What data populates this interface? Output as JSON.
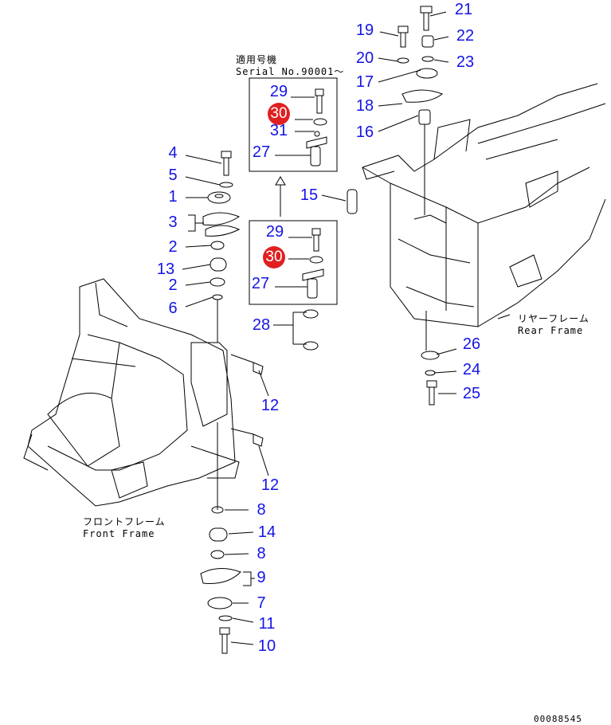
{
  "serial_note": {
    "jp": "適用号機",
    "en": "Serial No.90001〜"
  },
  "front_frame": {
    "jp": "フロントフレーム",
    "en": "Front Frame"
  },
  "rear_frame": {
    "jp": "リヤーフレーム",
    "en": "Rear Frame"
  },
  "drawing_code": "00088545",
  "callouts": [
    "21",
    "19",
    "22",
    "20",
    "23",
    "17",
    "18",
    "16",
    "29",
    "30",
    "31",
    "27",
    "4",
    "5",
    "1",
    "3",
    "15",
    "2",
    "29",
    "30",
    "13",
    "2",
    "27",
    "6",
    "28",
    "26",
    "24",
    "25",
    "12",
    "12",
    "8",
    "14",
    "8",
    "9",
    "7",
    "11",
    "10"
  ],
  "colors": {
    "callout": "#1414e6",
    "highlight": "#e02020"
  }
}
